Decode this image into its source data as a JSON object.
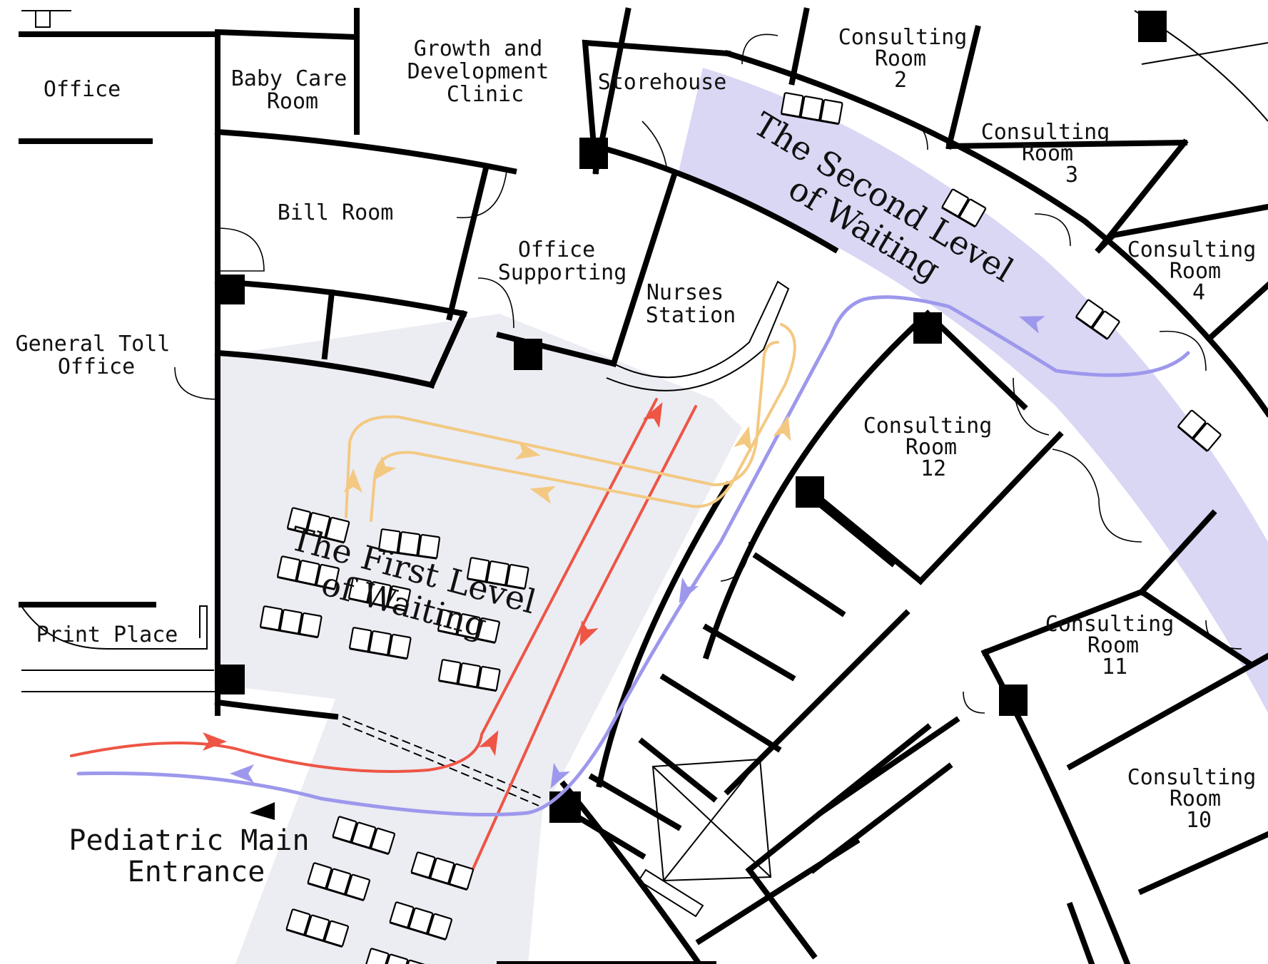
{
  "colors": {
    "waiting_zone_1": "#ececf3",
    "waiting_zone_2": "#d9d7f4",
    "red_flow": "#ee5545",
    "yellow_flow": "#f3c982",
    "purple_flow": "#9d98ec",
    "walls": "#000000"
  },
  "icons": {
    "entrance_marker": "black-triangle",
    "elevator": "crossed-box",
    "pillar": "black-square",
    "seating": "chair-row"
  },
  "rooms": {
    "office": "Office",
    "baby_care": [
      "Baby Care",
      "Room"
    ],
    "growth_clinic": [
      "Growth and",
      "Development",
      "Clinic"
    ],
    "storehouse": "Storehouse",
    "bill_room": "Bill Room",
    "office_supporting": [
      "Office",
      "Supporting"
    ],
    "nurses_station": [
      "Nurses",
      "Station"
    ],
    "general_toll": [
      "General Toll",
      "Office"
    ],
    "print_place": "Print Place",
    "consulting_2": [
      "Consulting",
      "Room",
      "2"
    ],
    "consulting_3": [
      "Consulting",
      "Room",
      "3"
    ],
    "consulting_4": [
      "Consulting",
      "Room",
      "4"
    ],
    "consulting_12": [
      "Consulting",
      "Room",
      "12"
    ],
    "consulting_11": [
      "Consulting",
      "Room",
      "11"
    ],
    "consulting_10": [
      "Consulting",
      "Room",
      "10"
    ]
  },
  "zones": {
    "first_level": [
      "The First Level",
      "of Waiting"
    ],
    "second_level": [
      "The Second Level",
      "of Waiting"
    ]
  },
  "entrance": [
    "Pediatric Main",
    "Entrance"
  ]
}
